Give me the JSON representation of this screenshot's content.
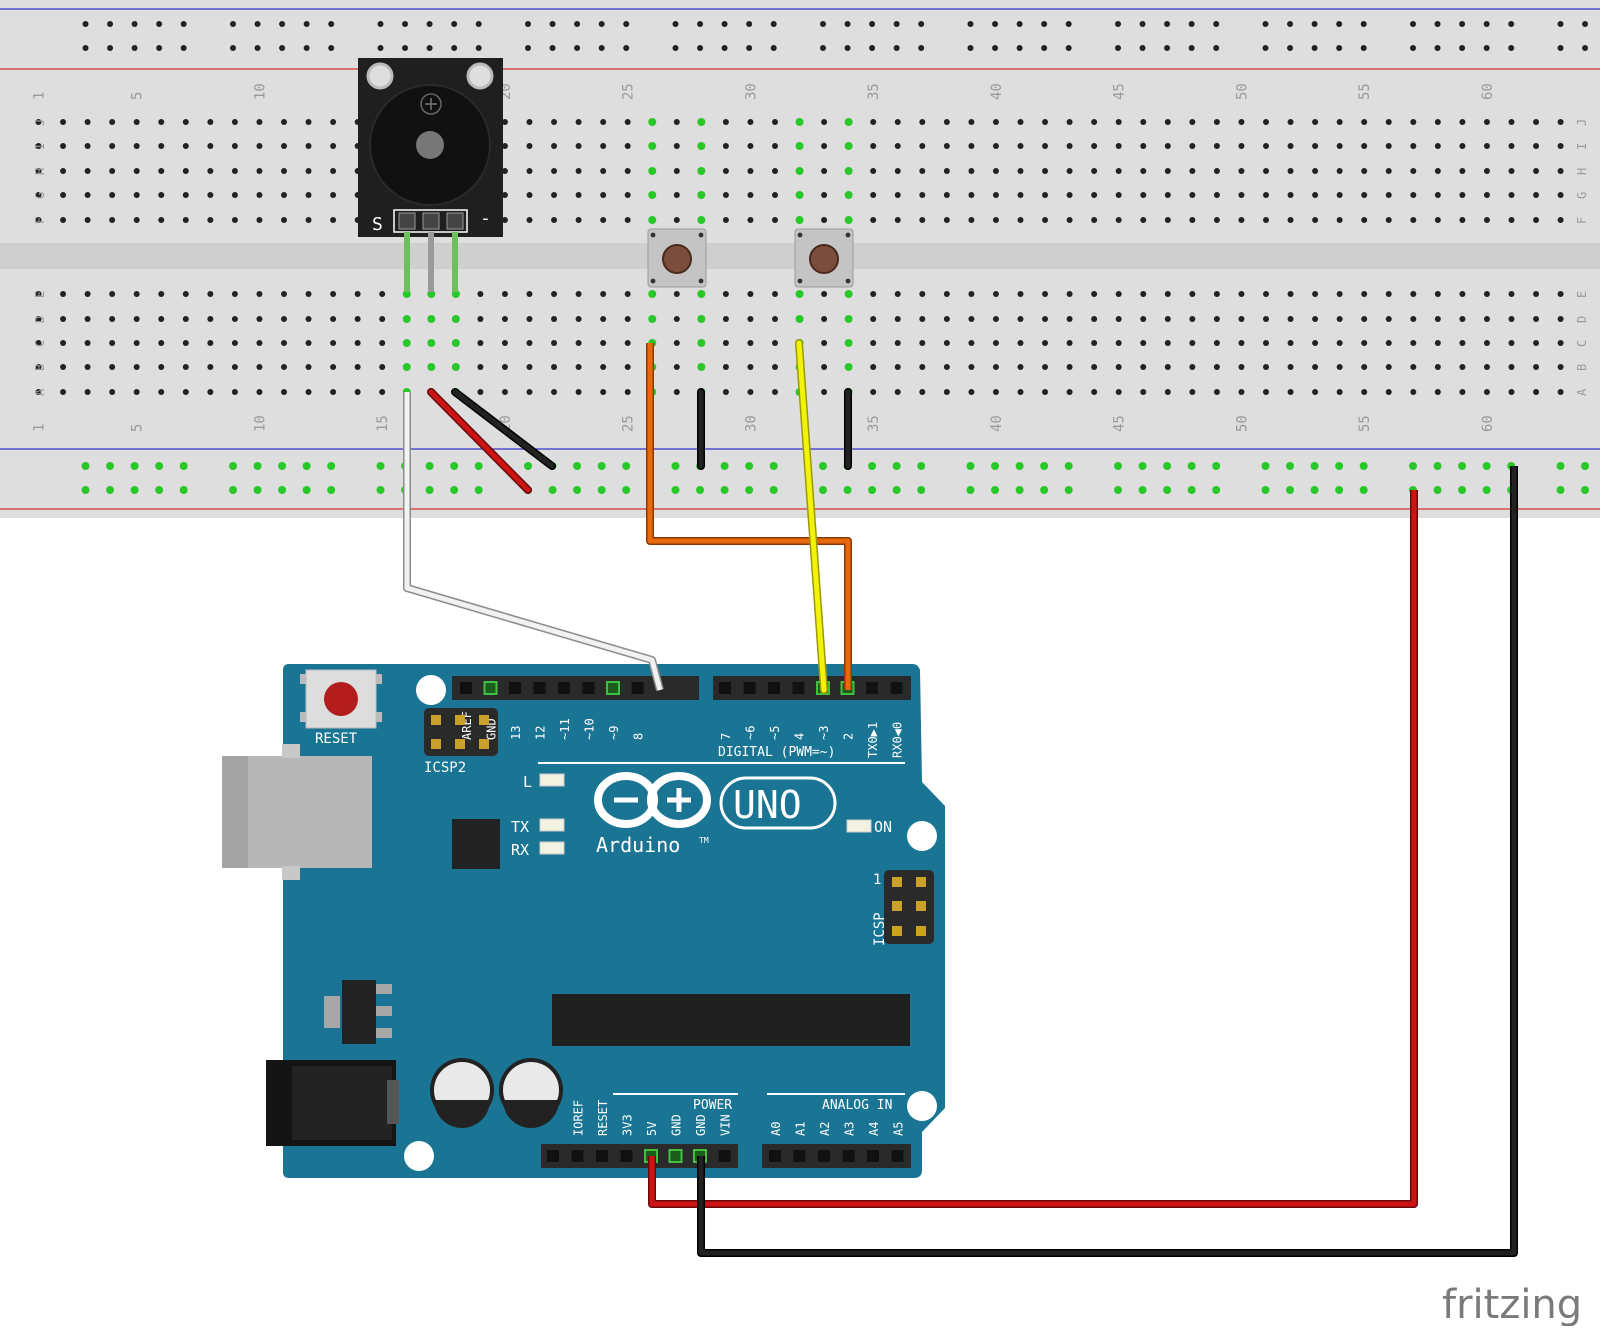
{
  "breadboard": {
    "column_numbers": [
      "1",
      "5",
      "10",
      "15",
      "20",
      "25",
      "30",
      "35",
      "40",
      "45",
      "50",
      "55",
      "60"
    ],
    "row_letters_top": [
      "J",
      "I",
      "H",
      "G",
      "F"
    ],
    "row_letters_bottom": [
      "E",
      "D",
      "C",
      "B",
      "A"
    ]
  },
  "buzzer": {
    "pin_signal_label": "S",
    "pin_ground_label": "-"
  },
  "arduino": {
    "reset_label": "RESET",
    "icsp2_label": "ICSP2",
    "icsp_label": "ICSP",
    "icsp_pin1_label": "1",
    "digital_label": "DIGITAL (PWM=~)",
    "power_label": "POWER",
    "analog_label": "ANALOG IN",
    "logo_uno": "UNO",
    "logo_arduino": "Arduino",
    "logo_tm": "TM",
    "led_l": "L",
    "led_tx": "TX",
    "led_rx": "RX",
    "led_on": "ON",
    "header_left_pins": [
      "AREF",
      "GND",
      "13",
      "12",
      "~11",
      "~10",
      "~9",
      "8"
    ],
    "header_right_pins": [
      "7",
      "~6",
      "~5",
      "4",
      "~3",
      "2",
      "TX0▶1",
      "RX0◀0"
    ],
    "power_pins": [
      "IOREF",
      "RESET",
      "3V3",
      "5V",
      "GND",
      "GND",
      "VIN"
    ],
    "analog_pins": [
      "A0",
      "A1",
      "A2",
      "A3",
      "A4",
      "A5"
    ]
  },
  "footer": {
    "brand": "fritzing"
  },
  "colors": {
    "board": "#1a7594",
    "breadboard": "#dedede",
    "wire_red": "#cc1414",
    "wire_black": "#1a1a1a",
    "wire_orange": "#e8690c",
    "wire_yellow": "#f2f20a",
    "wire_white": "#f2f2f2",
    "wire_green": "#5fbf5f",
    "hole_active": "#29c829"
  }
}
